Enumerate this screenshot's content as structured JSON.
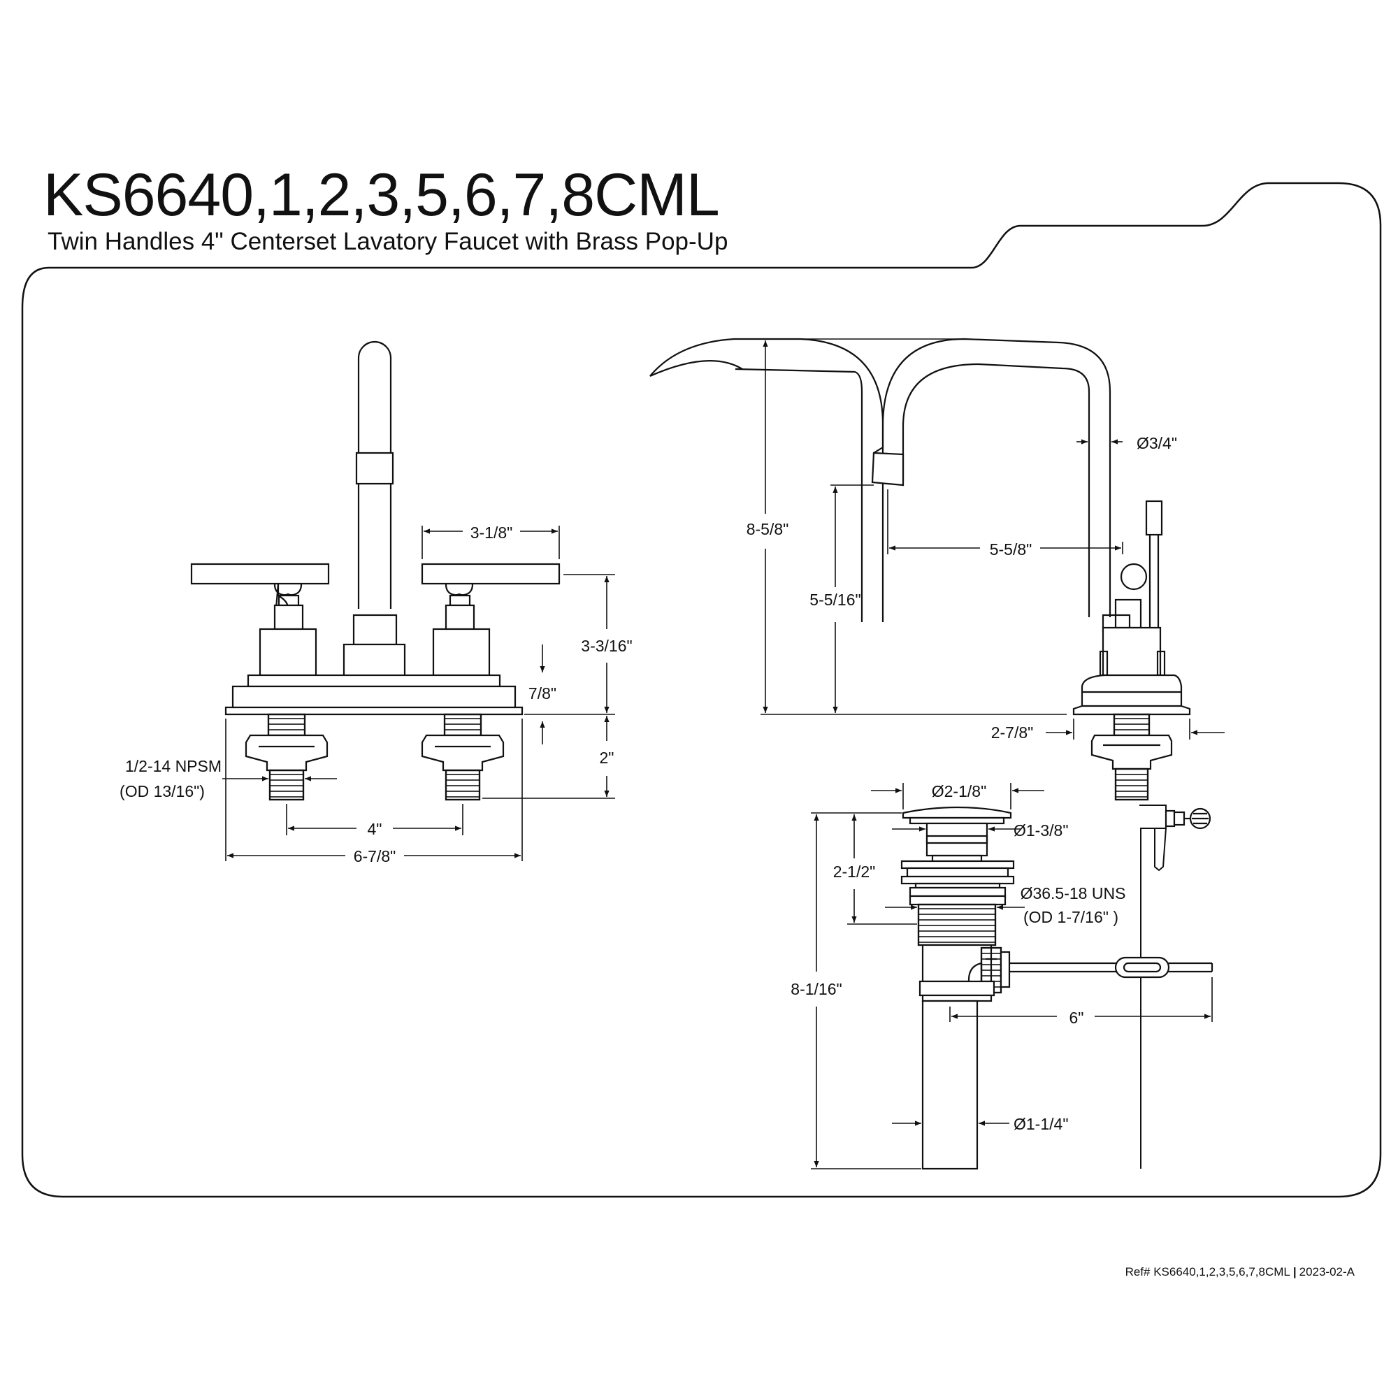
{
  "header": {
    "model": "KS6640,1,2,3,5,6,7,8CML",
    "description": "Twin Handles 4\" Centerset Lavatory Faucet with Brass Pop-Up"
  },
  "front_view": {
    "dims": {
      "handle_spread": "3-1/8\"",
      "height_above_deck": "3-3/16\"",
      "base_height": "7/8\"",
      "shank_length": "2\"",
      "thread_line1": "1/2-14 NPSM",
      "thread_line2": "(OD 13/16\")",
      "center_spacing": "4\"",
      "overall_width": "6-7/8\""
    }
  },
  "side_view": {
    "dims": {
      "overall_height": "8-5/8\"",
      "spout_diameter": "Ø3/4\"",
      "spout_reach": "5-5/8\"",
      "spout_clearance": "5-5/16\"",
      "base_depth": "2-7/8\""
    }
  },
  "popup_drain": {
    "dims": {
      "flange_diameter": "Ø2-1/8\"",
      "body_diameter": "Ø1-3/8\"",
      "body_height": "2-1/2\"",
      "thread_line1": "Ø36.5-18 UNS",
      "thread_line2": "(OD 1-7/16\" )",
      "overall_height": "8-1/16\"",
      "rod_length": "6\"",
      "tailpiece_diameter": "Ø1-1/4\""
    }
  },
  "footer": {
    "ref": "Ref# KS6640,1,2,3,5,6,7,8CML",
    "separator": "|",
    "revision": "2023-02-A"
  }
}
